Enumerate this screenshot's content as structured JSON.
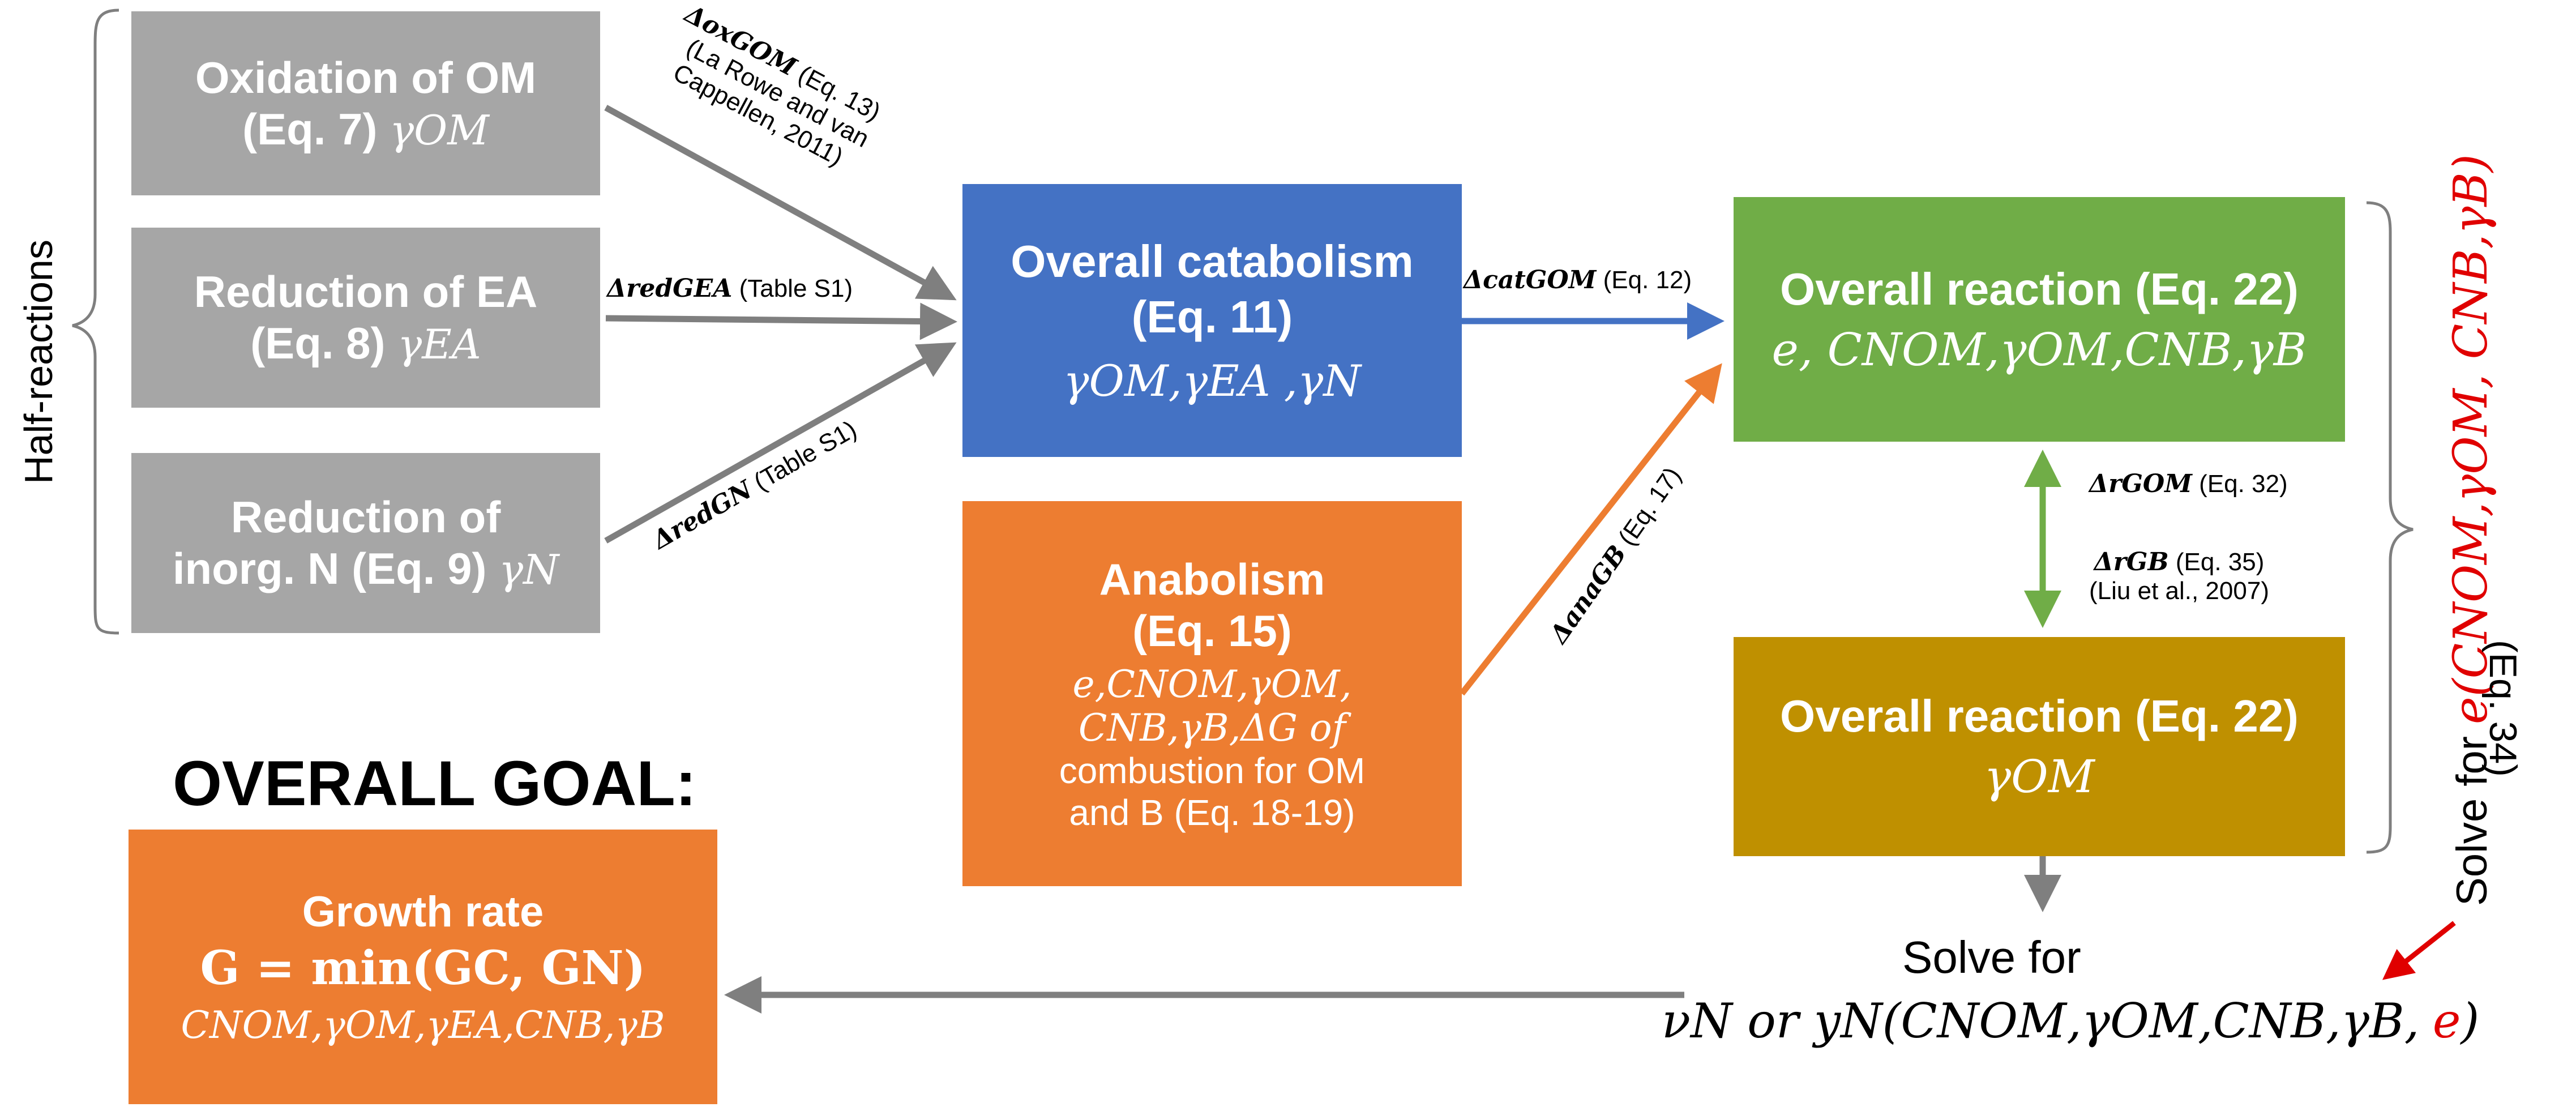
{
  "side_label": "Half-reactions",
  "boxes": {
    "oxidation": {
      "line1": "Oxidation of OM",
      "line2": "(Eq. 7)",
      "sym": "γOM"
    },
    "reduction_ea": {
      "line1": "Reduction of EA",
      "line2": "(Eq. 8)",
      "sym": "γEA"
    },
    "reduction_n": {
      "line1": "Reduction of",
      "line2": "inorg. N (Eq. 9)",
      "sym": "γN"
    },
    "catabolism": {
      "title": "Overall catabolism",
      "eq": "(Eq. 11)",
      "sym": "γOM,γEA ,γN"
    },
    "anabolism": {
      "title": "Anabolism",
      "eq": "(Eq. 15)",
      "l1": "e,CNOM,γOM,",
      "l2": "CNB,γB,ΔG of",
      "l3": "combustion for OM",
      "l4": "and B (Eq. 18-19)"
    },
    "overall_green": {
      "title": "Overall reaction (Eq. 22)",
      "sym": "e, CNOM,γOM,CNB,γB"
    },
    "overall_olive": {
      "title": "Overall reaction (Eq. 22)",
      "sym": "γOM"
    },
    "growth": {
      "title": "Growth rate",
      "formula": "G = min(GC, GN)",
      "sym": "CNOM,γOM,γEA,CNB,γB"
    }
  },
  "goal": "OVERALL GOAL:",
  "arrow_labels": {
    "ox": {
      "sym": "ΔoxGOM",
      "eq": "(Eq. 13)",
      "c1": "(La Rowe and van",
      "c2": "Cappellen, 2011)"
    },
    "red_ea": {
      "sym": "ΔredGEA",
      "ref": "(Table S1)"
    },
    "red_n": {
      "sym": "ΔredGN",
      "ref": "(Table S1)"
    },
    "cat": {
      "sym": "ΔcatGOM",
      "ref": "(Eq. 12)"
    },
    "ana": {
      "sym": "ΔanaGB",
      "ref": "(Eq. 17)"
    },
    "r_om": {
      "sym": "ΔrGOM",
      "ref": "(Eq. 32)"
    },
    "r_b": {
      "sym": "ΔrGB",
      "ref": "(Eq. 35)",
      "cite": "(Liu et al., 2007)"
    }
  },
  "solve_right": {
    "prefix": "Solve for",
    "expr": "e(CNOM,γOM, CNB,γB)",
    "eq": "(Eq. 34)"
  },
  "solve_bottom": {
    "line1": "Solve for",
    "expr_a": "νN or yN(CNOM,γOM,CNB,γB,",
    "e": "e",
    "close": ")"
  },
  "colors": {
    "grey": "#a6a6a6",
    "blue": "#4472c4",
    "orange": "#ed7d31",
    "green": "#70ad47",
    "olive": "#bf9000",
    "red": "#e00000"
  }
}
